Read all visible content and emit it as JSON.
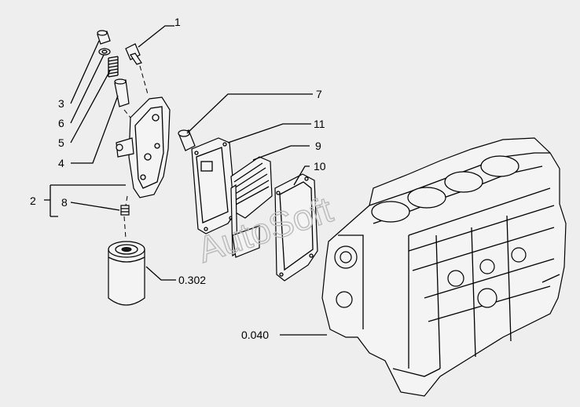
{
  "watermark": "AutoSoft",
  "colors": {
    "background": "#eeeeee",
    "line": "#000000",
    "watermark": "#b9b9b9"
  },
  "callouts": {
    "c1": "1",
    "c2": "2",
    "c3": "3",
    "c4": "4",
    "c5": "5",
    "c6": "6",
    "c7": "7",
    "c8": "8",
    "c9": "9",
    "c10": "10",
    "c11": "11",
    "c0302": "0.302",
    "c0040": "0.040"
  }
}
